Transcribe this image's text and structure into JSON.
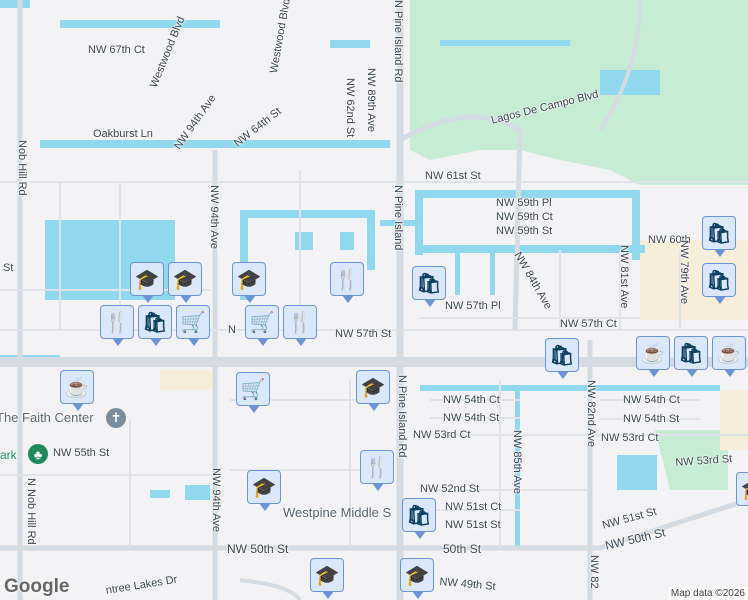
{
  "colors": {
    "background": "#f3f2f4",
    "water": "#8fd8ee",
    "park": "#c6ecd3",
    "major_road": "#d4dbe3",
    "marker_fill": "#dbe7fb",
    "marker_border": "#6b94d8",
    "marker_icon": "#0d3f5e"
  },
  "labels": [
    "NW 67th Ct",
    "Westwood Blvd",
    "Westwood Blvd",
    "NW 62nd St",
    "NW 89th Ave",
    "N Pine Island Rd",
    "Lagos De Campo Blvd",
    "Oakburst Ln",
    "NW 94th Ave",
    "NW 64th St",
    "Nob Hill Rd",
    "NW 61st St",
    "NW 59th Pl",
    "NW 59th Ct",
    "NW 59th St",
    "NW 60th",
    "N Pine Island",
    "NW 94th Ave",
    "St",
    "NW 57th Pl",
    "NW 84th Ave",
    "NW 81st Ave",
    "NW 79th Ave",
    "NW 57th Ct",
    "N Pine Island Rd",
    "NW 54th Ct",
    "NW 54th St",
    "NW 53rd Ct",
    "NW 85th Ave",
    "NW 82nd Ave",
    "NW 54th Ct",
    "NW 54th St",
    "NW 53rd Ct",
    "NW 53rd St",
    "NW 52nd St",
    "NW 51st Ct",
    "NW 51st St",
    "NW 51st St",
    "NW 50th St",
    "NW 50th St",
    "50th St",
    "NW 49th St",
    "The Faith Center",
    "NW 55th St",
    "ark",
    "N Nob Hill Rd",
    "NW 94th Ave",
    "Westpine Middle S",
    "ntree Lakes Dr",
    "NW 82",
    "NW 57th St",
    "N"
  ],
  "markers": [
    {
      "type": "school-icon",
      "glyph": "🎓"
    },
    {
      "type": "school-icon",
      "glyph": "🎓"
    },
    {
      "type": "school-icon",
      "glyph": "🎓"
    },
    {
      "type": "restaurant-icon",
      "glyph": "🍴"
    },
    {
      "type": "shopping-icon",
      "glyph": "🛍"
    },
    {
      "type": "grocery-cart-icon",
      "glyph": "🛒"
    },
    {
      "type": "grocery-cart-icon",
      "glyph": "🛒"
    },
    {
      "type": "restaurant-icon",
      "glyph": "🍴"
    },
    {
      "type": "cafe-icon",
      "glyph": "☕"
    },
    {
      "type": "grocery-cart-icon",
      "glyph": "🛒"
    },
    {
      "type": "restaurant-icon",
      "glyph": "🍴"
    },
    {
      "type": "school-icon",
      "glyph": "🎓"
    },
    {
      "type": "shopping-icon",
      "glyph": "🛍"
    },
    {
      "type": "shopping-icon",
      "glyph": "🛍"
    },
    {
      "type": "shopping-icon",
      "glyph": "🛍"
    },
    {
      "type": "shopping-icon",
      "glyph": "🛍"
    },
    {
      "type": "cafe-icon",
      "glyph": "☕"
    },
    {
      "type": "shopping-icon",
      "glyph": "🛍"
    },
    {
      "type": "cafe-icon",
      "glyph": "☕"
    },
    {
      "type": "school-icon",
      "glyph": "🎓"
    },
    {
      "type": "school-icon",
      "glyph": "🎓"
    },
    {
      "type": "restaurant-icon",
      "glyph": "🍴"
    },
    {
      "type": "school-icon",
      "glyph": "🎓"
    },
    {
      "type": "shopping-icon",
      "glyph": "🛍"
    },
    {
      "type": "school-icon",
      "glyph": "🎓"
    }
  ],
  "pois": {
    "church": "✝",
    "park": "♣"
  },
  "attribution": "Map data ©2026",
  "logo": "Google"
}
